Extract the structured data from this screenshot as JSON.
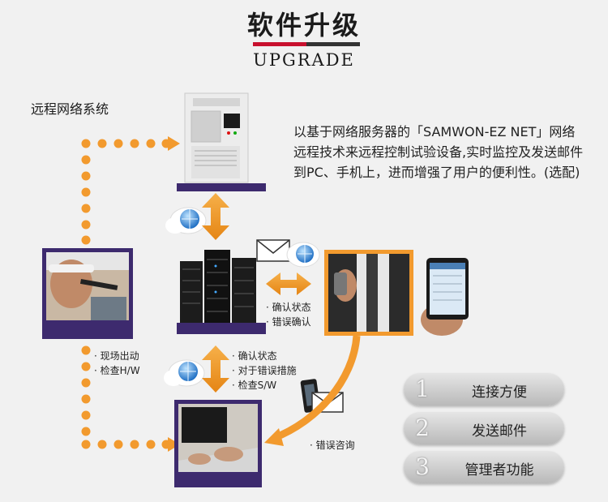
{
  "header": {
    "title": "软件升级",
    "subtitle": "UPGRADE"
  },
  "section_title": "远程网络系统",
  "description": "以基于网络服务器的「SAMWON-EZ NET」网络远程技术来远程控制试验设备,实时监控及发送邮件到PC、手机上，进而增强了用户的便利性。(选配)",
  "labels": {
    "onsite": [
      "· 现场出动",
      "· 检查H/W"
    ],
    "server_phone": [
      "· 确认状态",
      "· 错误确认"
    ],
    "server_pc": [
      "· 确认状态",
      "· 对于错误措施",
      "· 检查S/W"
    ],
    "error_consult": "· 错误咨询"
  },
  "features": [
    {
      "num": "1",
      "label": "连接方便"
    },
    {
      "num": "2",
      "label": "发送邮件"
    },
    {
      "num": "3",
      "label": "管理者功能"
    }
  ],
  "colors": {
    "orange": "#f29a2e",
    "purple": "#3d2a6e",
    "red": "#c8102e"
  }
}
